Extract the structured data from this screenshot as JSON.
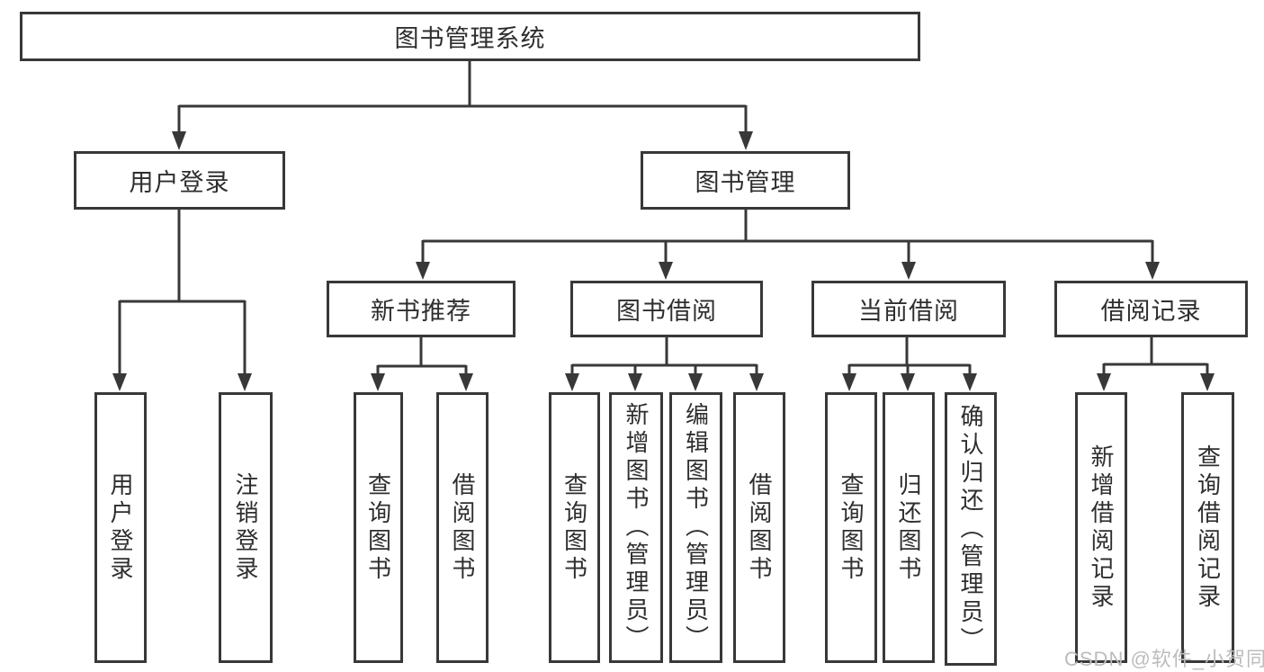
{
  "diagram": {
    "root": {
      "label": "图书管理系统"
    },
    "user_login": {
      "label": "用户登录",
      "children": [
        {
          "label": "用户登录"
        },
        {
          "label": "注销登录"
        }
      ]
    },
    "book_mgmt": {
      "label": "图书管理",
      "sections": [
        {
          "label": "新书推荐",
          "children": [
            {
              "label": "查询图书"
            },
            {
              "label": "借阅图书"
            }
          ]
        },
        {
          "label": "图书借阅",
          "children": [
            {
              "label": "查询图书"
            },
            {
              "label": "新增图书（管理员）"
            },
            {
              "label": "编辑图书（管理员）"
            },
            {
              "label": "借阅图书"
            }
          ]
        },
        {
          "label": "当前借阅",
          "children": [
            {
              "label": "查询图书"
            },
            {
              "label": "归还图书"
            },
            {
              "label": "确认归还（管理员）"
            }
          ]
        },
        {
          "label": "借阅记录",
          "children": [
            {
              "label": "新增借阅记录"
            },
            {
              "label": "查询借阅记录"
            }
          ]
        }
      ]
    }
  },
  "watermark": {
    "text": "CSDN @软件_小贺同学"
  },
  "colors": {
    "line": "#383838",
    "text": "#2e2e2e",
    "watermark": "#bcbcbc",
    "bg": "#ffffff"
  }
}
